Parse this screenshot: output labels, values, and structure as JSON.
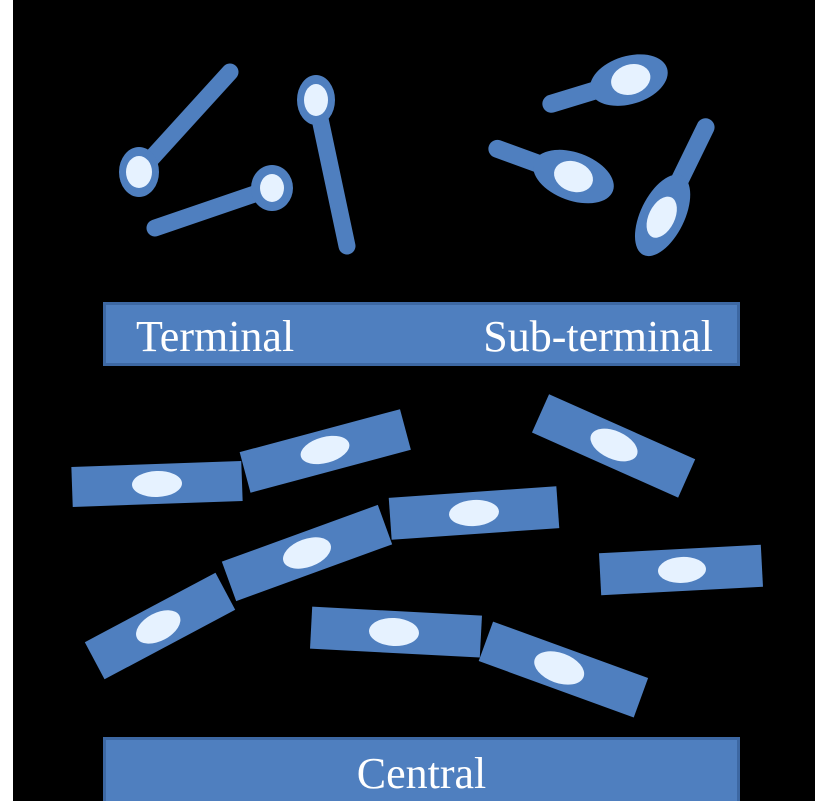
{
  "figure": {
    "colors": {
      "background": "#000000",
      "cell": "#4f7fbf",
      "cell_outline": "#3d68a3",
      "spore": "#e6f2ff",
      "label_text": "#ffffff"
    },
    "categories": [
      {
        "id": "terminal",
        "label": "Terminal",
        "spore_position": "terminal"
      },
      {
        "id": "sub-terminal",
        "label": "Sub-terminal",
        "spore_position": "sub-terminal"
      },
      {
        "id": "central",
        "label": "Central",
        "spore_position": "central"
      }
    ],
    "labels": {
      "terminal": "Terminal",
      "sub_terminal": "Sub-terminal",
      "central": "Central"
    }
  }
}
